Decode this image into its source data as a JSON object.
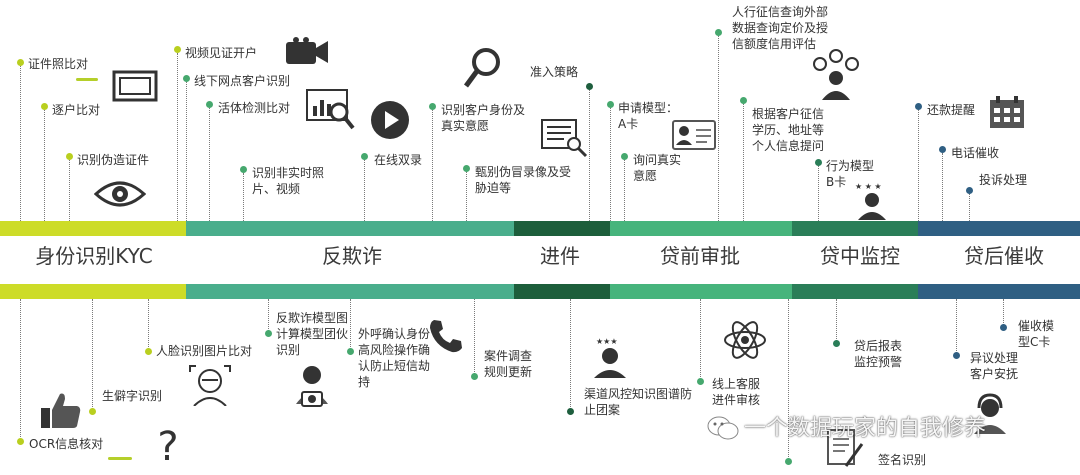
{
  "colors": {
    "kyc": "#cddc28",
    "anti_fraud": "#4aae8c",
    "application": "#1d5e3b",
    "pre_loan": "#46b47c",
    "mid_loan": "#2a7e58",
    "post_loan": "#2f5f83",
    "dot_lime": "#b9cf1f",
    "dot_green": "#46a86e",
    "dot_dark": "#1e5e3e",
    "dot_blue": "#2f5f83"
  },
  "phases": [
    {
      "id": "kyc",
      "label": "身份识别KYC"
    },
    {
      "id": "anti_fraud",
      "label": "反欺诈"
    },
    {
      "id": "application",
      "label": "进件"
    },
    {
      "id": "pre_loan",
      "label": "贷前审批"
    },
    {
      "id": "mid_loan",
      "label": "贷中监控"
    },
    {
      "id": "post_loan",
      "label": "贷后催收"
    }
  ],
  "top_items": {
    "kyc": [
      "证件照比对",
      "逐户比对",
      "识别伪造证件"
    ],
    "anti_fraud": [
      "视频见证开户",
      "线下网点客户识别",
      "活体检测比对",
      "识别非实时照片、视频",
      "在线双录",
      "识别客户身份及真实意愿",
      "甄别伪冒录像及受胁迫等"
    ],
    "application": [
      "准入策略"
    ],
    "pre_loan": [
      "申请模型：A卡",
      "询问真实意愿",
      "人行征信查询外部数据查询定价及授信额度信用评估",
      "根据客户征信学历、地址等个人信息提问"
    ],
    "mid_loan": [
      "行为模型B卡"
    ],
    "post_loan": [
      "还款提醒",
      "电话催收",
      "投诉处理"
    ]
  },
  "bottom_items": {
    "kyc": [
      "人脸识别图片比对",
      "生僻字识别",
      "OCR信息核对"
    ],
    "anti_fraud": [
      "反欺诈模型图计算模型团伙识别",
      "外呼确认身份高风险操作确认防止短信劫持",
      "案件调查规则更新"
    ],
    "application": [
      "渠道风控知识图谱防止团案"
    ],
    "pre_loan": [
      "线上客服进件审核",
      "签名识别"
    ],
    "mid_loan": [
      "贷后报表监控预警"
    ],
    "post_loan": [
      "异议处理客户安抚",
      "催收模型C卡"
    ]
  },
  "watermark": "一个数据玩家的自我修养"
}
